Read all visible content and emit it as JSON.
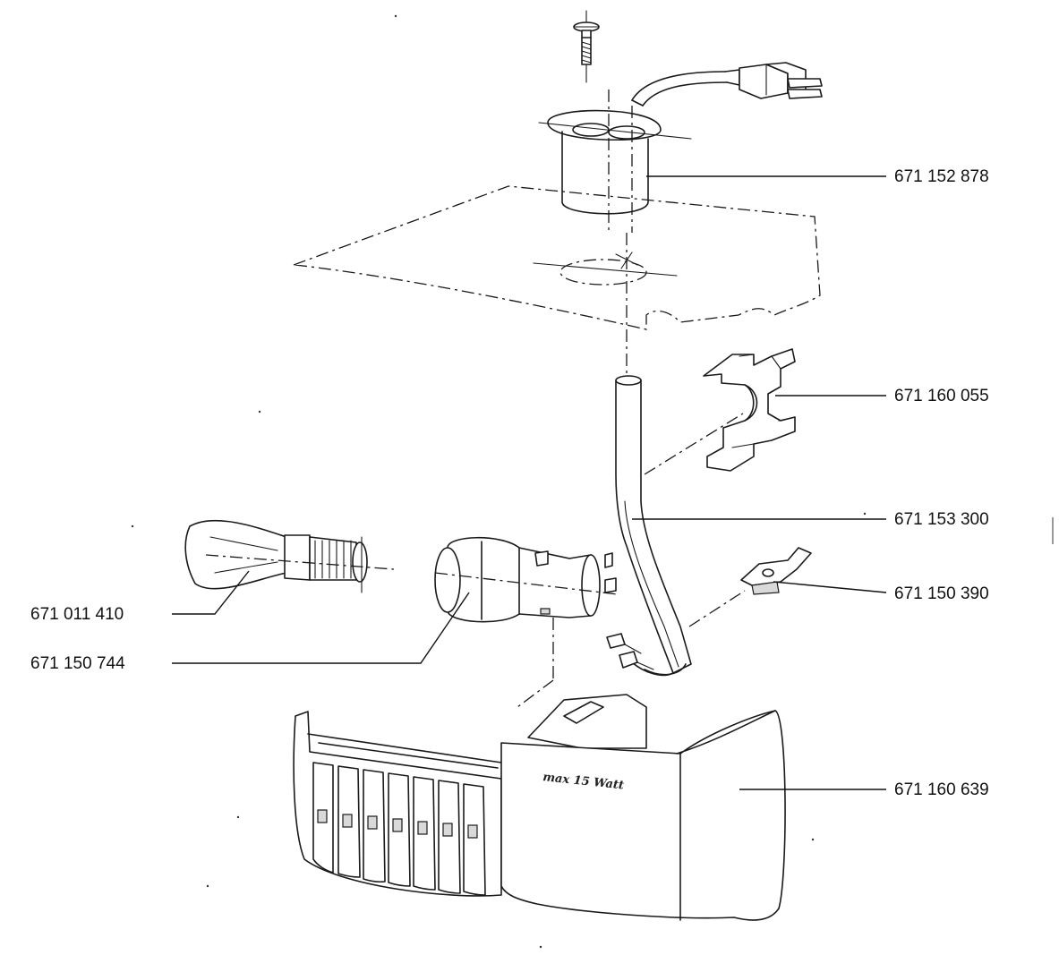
{
  "diagram": {
    "part_numbers": {
      "lamp_socket_cap": "671 152 878",
      "lamp_holder_clip": "671 160 055",
      "cable_tube": "671 153 300",
      "switch_plate": "671 150 390",
      "bulb": "671 011 410",
      "socket": "671 150 744",
      "cover": "671 160 639"
    },
    "cover_text": "max 15 Watt"
  }
}
